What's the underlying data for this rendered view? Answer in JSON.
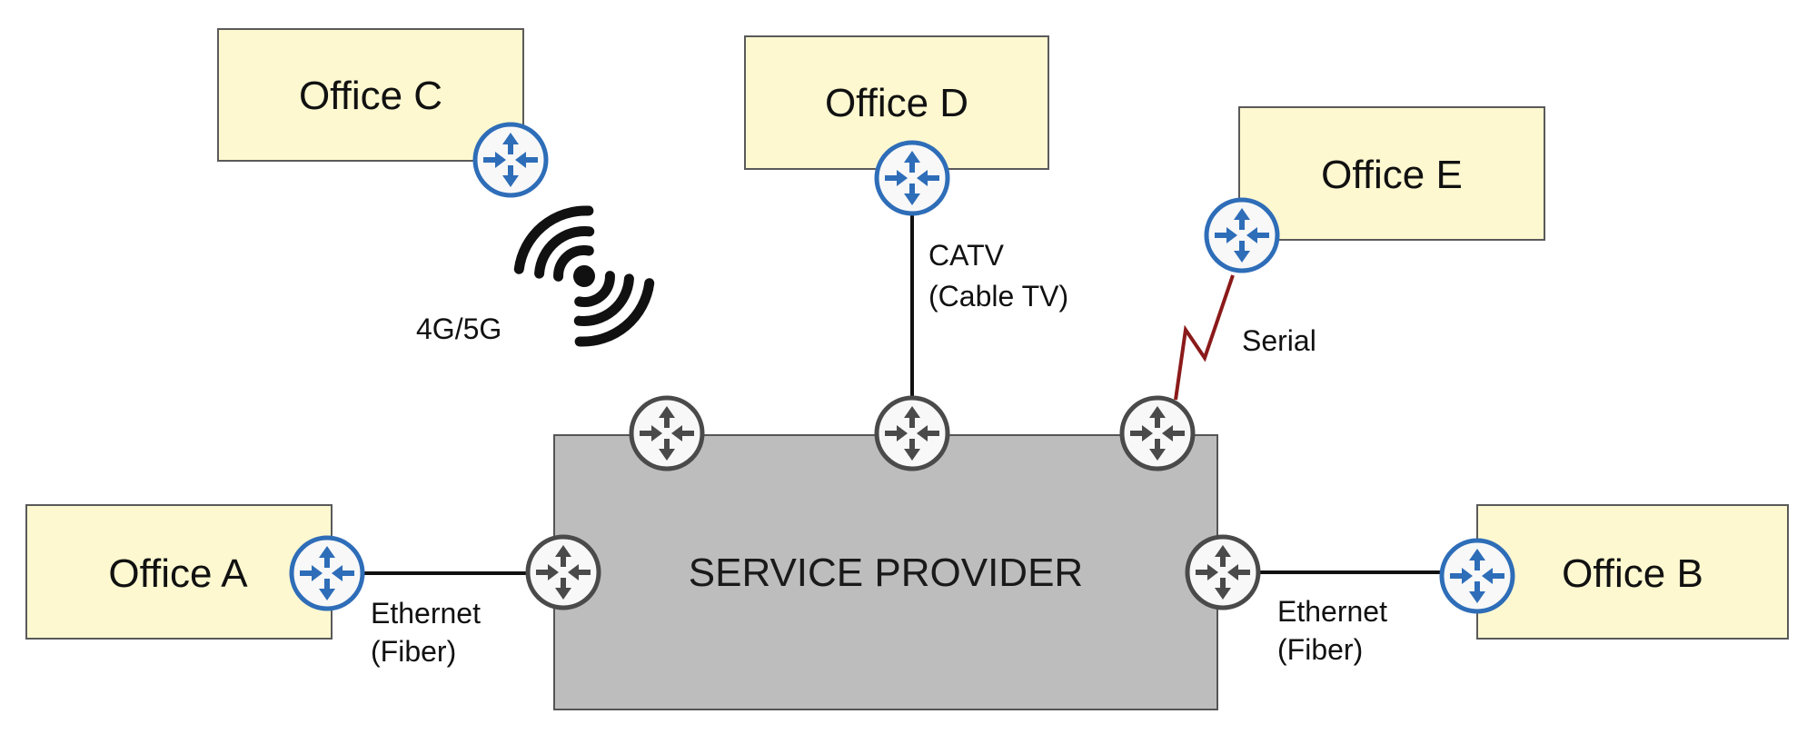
{
  "diagram": {
    "type": "network-topology",
    "service_provider": {
      "label": "SERVICE PROVIDER"
    },
    "offices": [
      {
        "id": "A",
        "label": "Office A"
      },
      {
        "id": "B",
        "label": "Office B"
      },
      {
        "id": "C",
        "label": "Office C"
      },
      {
        "id": "D",
        "label": "Office D"
      },
      {
        "id": "E",
        "label": "Office E"
      }
    ],
    "links": [
      {
        "from": "Office A",
        "to": "SERVICE PROVIDER",
        "line1": "Ethernet",
        "line2": "(Fiber)"
      },
      {
        "from": "Office B",
        "to": "SERVICE PROVIDER",
        "line1": "Ethernet",
        "line2": "(Fiber)"
      },
      {
        "from": "Office C",
        "to": "SERVICE PROVIDER",
        "line1": "4G/5G",
        "line2": ""
      },
      {
        "from": "Office D",
        "to": "SERVICE PROVIDER",
        "line1": "CATV",
        "line2": "(Cable TV)"
      },
      {
        "from": "Office E",
        "to": "SERVICE PROVIDER",
        "line1": "Serial",
        "line2": ""
      }
    ],
    "colors": {
      "office_fill": "#fdf8d0",
      "customer_router": "#2e6db8",
      "provider_router": "#4a4a4a",
      "provider_fill": "#bdbdbd",
      "serial_link": "#8b1a1a"
    },
    "icons": {
      "customer_router": "router-icon",
      "provider_router": "router-icon",
      "wireless": "wireless-signal-icon"
    }
  }
}
